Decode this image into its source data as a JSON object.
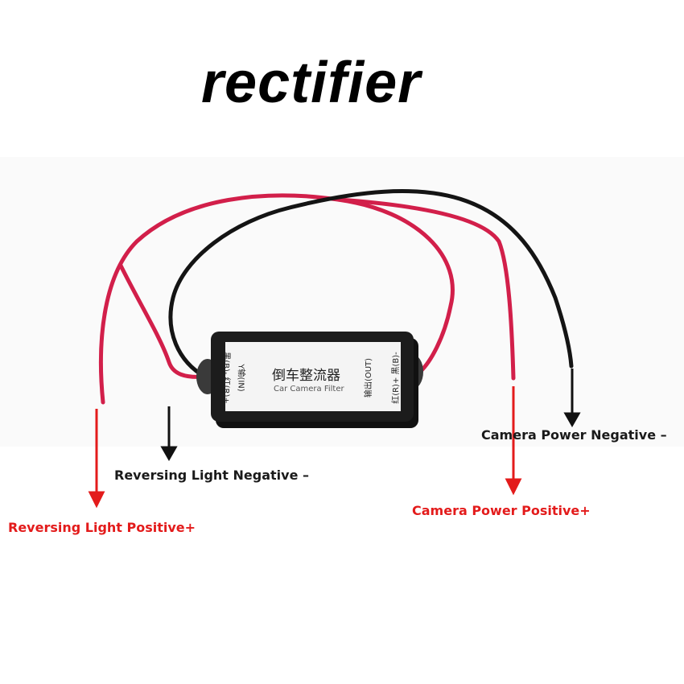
{
  "title": "rectifier",
  "colors": {
    "wire_red": "#d21f4a",
    "wire_black": "#141414",
    "arrow_black": "#111111",
    "arrow_red": "#e31b1b",
    "label_red": "#e31b1b"
  },
  "labels": {
    "reversing_negative": "Reversing Light Negative –",
    "reversing_positive": "Reversing Light Positive+",
    "camera_negative": "Camera Power Negative –",
    "camera_positive": "Camera Power Positive+"
  },
  "device": {
    "name_cn": "倒车整流器",
    "name_en": "Car Camera Filter",
    "left_side": "黑(B)- 红(R)+",
    "left_side_sub": "Y输(IN)",
    "right_side": "输出(OUT)",
    "right_side_sub": "红(R)+ 黑(B)-"
  }
}
